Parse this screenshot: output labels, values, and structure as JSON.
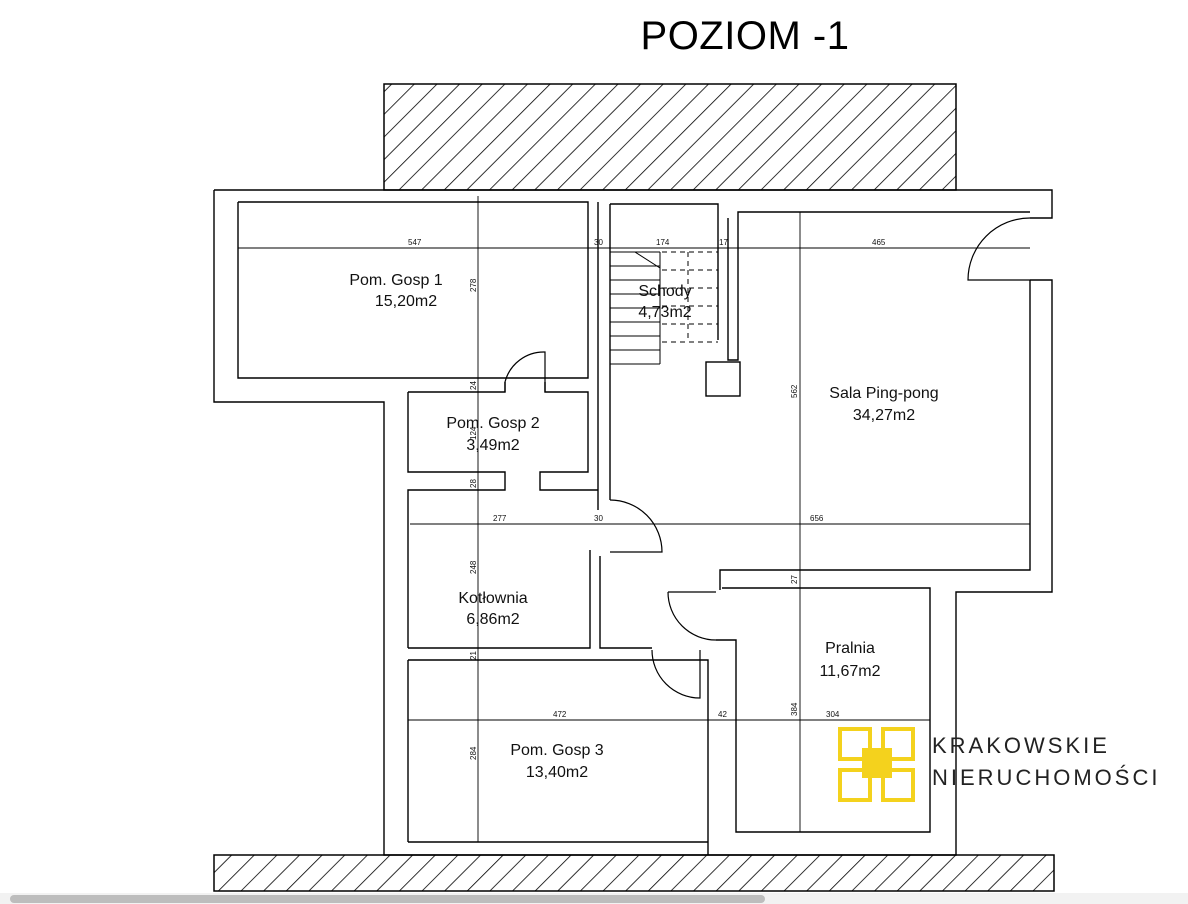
{
  "title": "POZIOM -1",
  "rooms": [
    {
      "name": "Pom. Gosp 1",
      "area": "15,20m2"
    },
    {
      "name": "Schody",
      "area": "4,73m2"
    },
    {
      "name": "Sala Ping-pong",
      "area": "34,27m2"
    },
    {
      "name": "Pom. Gosp 2",
      "area": "3,49m2"
    },
    {
      "name": "Kotłownia",
      "area": "6,86m2"
    },
    {
      "name": "Pralnia",
      "area": "11,67m2"
    },
    {
      "name": "Pom. Gosp 3",
      "area": "13,40m2"
    }
  ],
  "dimensions": {
    "d547": "547",
    "d30a": "30",
    "d174": "174",
    "d17": "17",
    "d465": "465",
    "d278": "278",
    "d24a": "24",
    "d124": "124",
    "d28": "28",
    "d562": "562",
    "d277": "277",
    "d30b": "30",
    "d656": "656",
    "d248": "248",
    "d27": "27",
    "d21": "21",
    "d472": "472",
    "d42": "42",
    "d384": "384",
    "d304": "304",
    "d284": "284"
  },
  "logo": {
    "line1": "KRAKOWSKIE",
    "line2": "NIERUCHOMOŚCI",
    "accent_color": "#f4d21d"
  }
}
